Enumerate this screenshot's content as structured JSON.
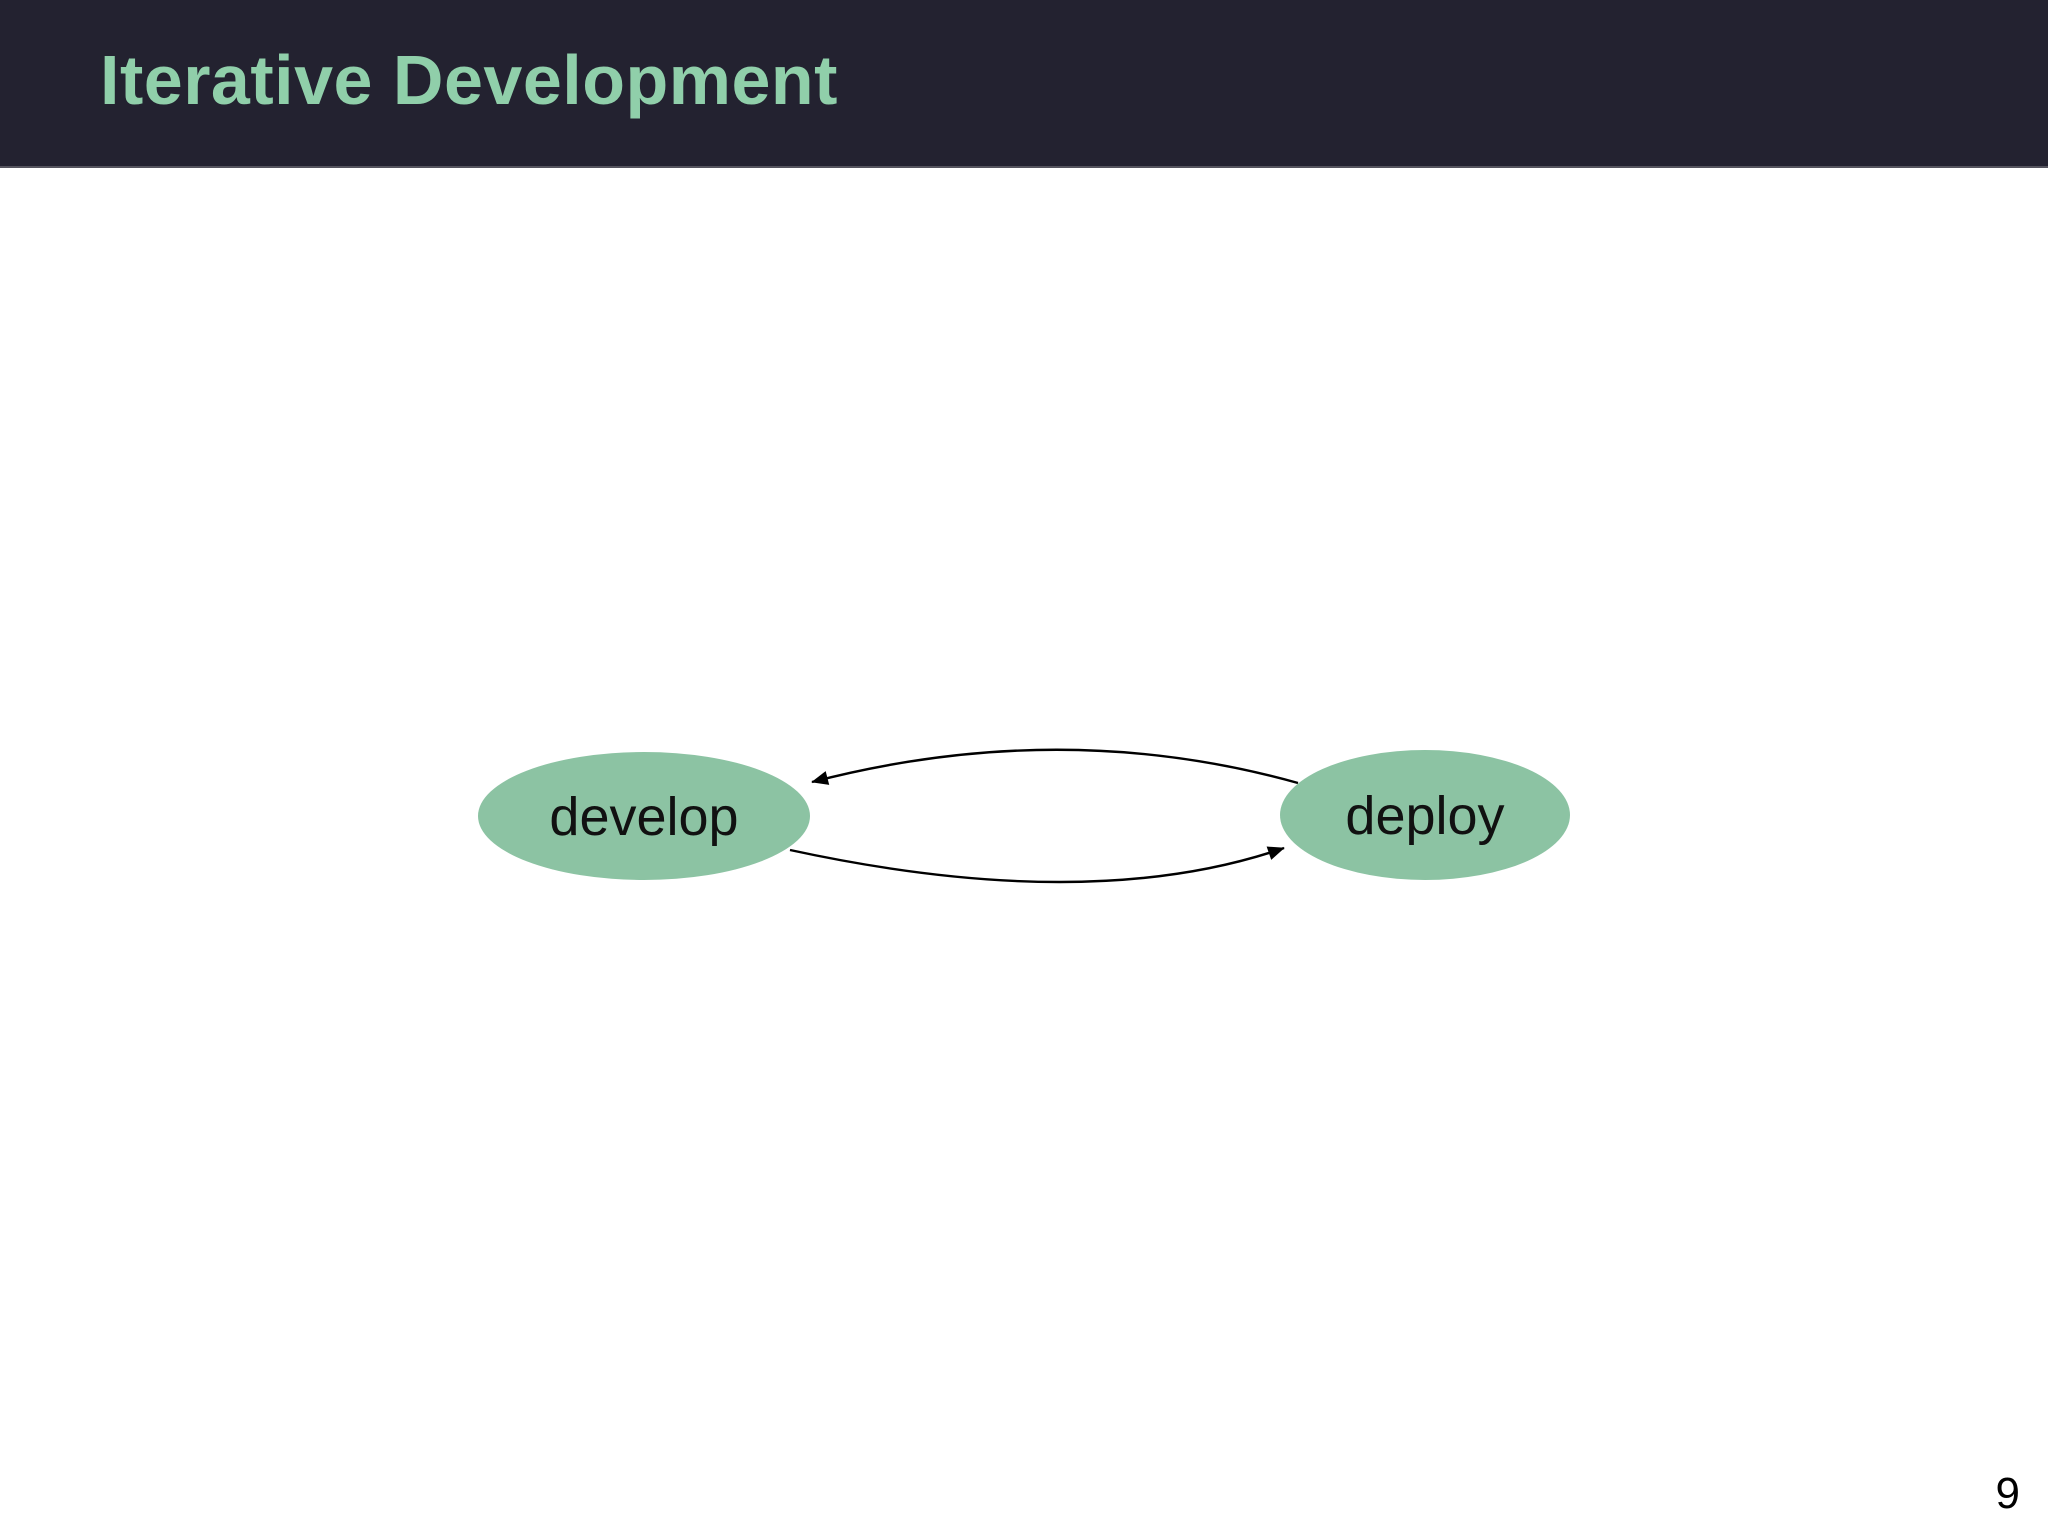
{
  "header": {
    "title": "Iterative Development"
  },
  "diagram": {
    "type": "directed-cycle",
    "nodes": [
      {
        "id": "develop",
        "label": "develop",
        "shape": "ellipse"
      },
      {
        "id": "deploy",
        "label": "deploy",
        "shape": "ellipse"
      }
    ],
    "edges": [
      {
        "from": "develop",
        "to": "deploy",
        "arrow": "curved-bottom"
      },
      {
        "from": "deploy",
        "to": "develop",
        "arrow": "curved-top"
      }
    ]
  },
  "footer": {
    "page_number": "9"
  },
  "colors": {
    "header_bg": "#232230",
    "title_color": "#90cfaa",
    "node_fill": "#8cc3a3",
    "edge_color": "#000000",
    "label_color": "#111111",
    "body_bg": "#ffffff"
  }
}
